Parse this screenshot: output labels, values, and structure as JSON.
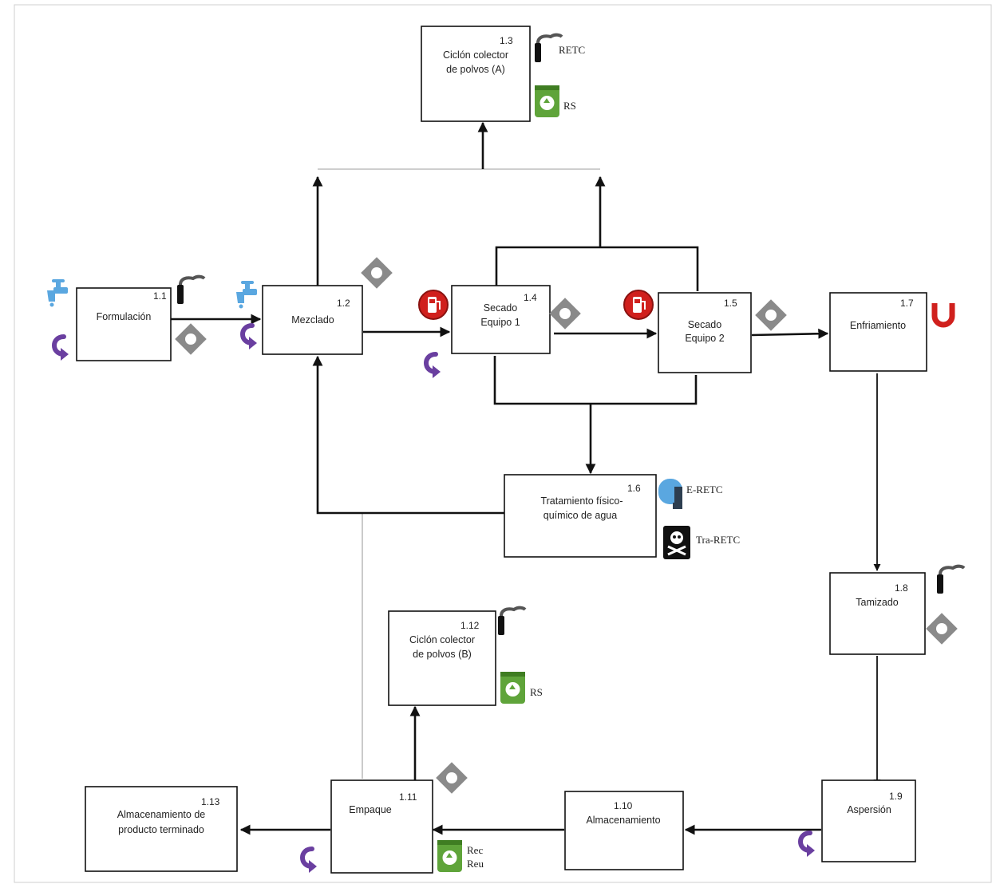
{
  "colors": {
    "line": "#111111",
    "water": "#5aa7e0",
    "reuse": "#6a3fa0",
    "energy": "#d0201d",
    "recycle": "#5fa43a",
    "hazard": "#111111",
    "diamond": "#8a8a8a"
  },
  "nodes": [
    {
      "id": "n1_1",
      "num": "1.1",
      "label": [
        "Formulación"
      ]
    },
    {
      "id": "n1_2",
      "num": "1.2",
      "label": [
        "Mezclado"
      ]
    },
    {
      "id": "n1_3",
      "num": "1.3",
      "label": [
        "Ciclón colector",
        "de polvos (A)"
      ]
    },
    {
      "id": "n1_4",
      "num": "1.4",
      "label": [
        "Secado",
        "Equipo 1"
      ]
    },
    {
      "id": "n1_5",
      "num": "1.5",
      "label": [
        "Secado",
        "Equipo 2"
      ]
    },
    {
      "id": "n1_6",
      "num": "1.6",
      "label": [
        "Tratamiento físico-",
        "químico de agua"
      ]
    },
    {
      "id": "n1_7",
      "num": "1.7",
      "label": [
        "Enfriamiento"
      ]
    },
    {
      "id": "n1_8",
      "num": "1.8",
      "label": [
        "Tamizado"
      ]
    },
    {
      "id": "n1_9",
      "num": "1.9",
      "label": [
        "Aspersión"
      ]
    },
    {
      "id": "n1_10",
      "num": "1.10",
      "label": [
        "Almacenamiento"
      ]
    },
    {
      "id": "n1_11",
      "num": "1.11",
      "label": [
        "Empaque"
      ]
    },
    {
      "id": "n1_12",
      "num": "1.12",
      "label": [
        "Ciclón colector",
        "de polvos (B)"
      ]
    },
    {
      "id": "n1_13",
      "num": "1.13",
      "label": [
        "Almacenamiento de",
        "producto terminado"
      ]
    }
  ],
  "tags": {
    "retc": "RETC",
    "rs_a": "RS",
    "rs_b": "RS",
    "e_retc": "E-RETC",
    "tra_retc": "Tra-RETC",
    "rec": "Rec",
    "reu": "Reu"
  },
  "icons": [
    "water-tap-icon",
    "reuse-hook-icon",
    "emission-stack-icon",
    "diamond-residue-icon",
    "fuel-pump-icon",
    "magnet-icon",
    "recycle-bin-icon",
    "water-tank-icon",
    "skull-hazard-icon"
  ]
}
